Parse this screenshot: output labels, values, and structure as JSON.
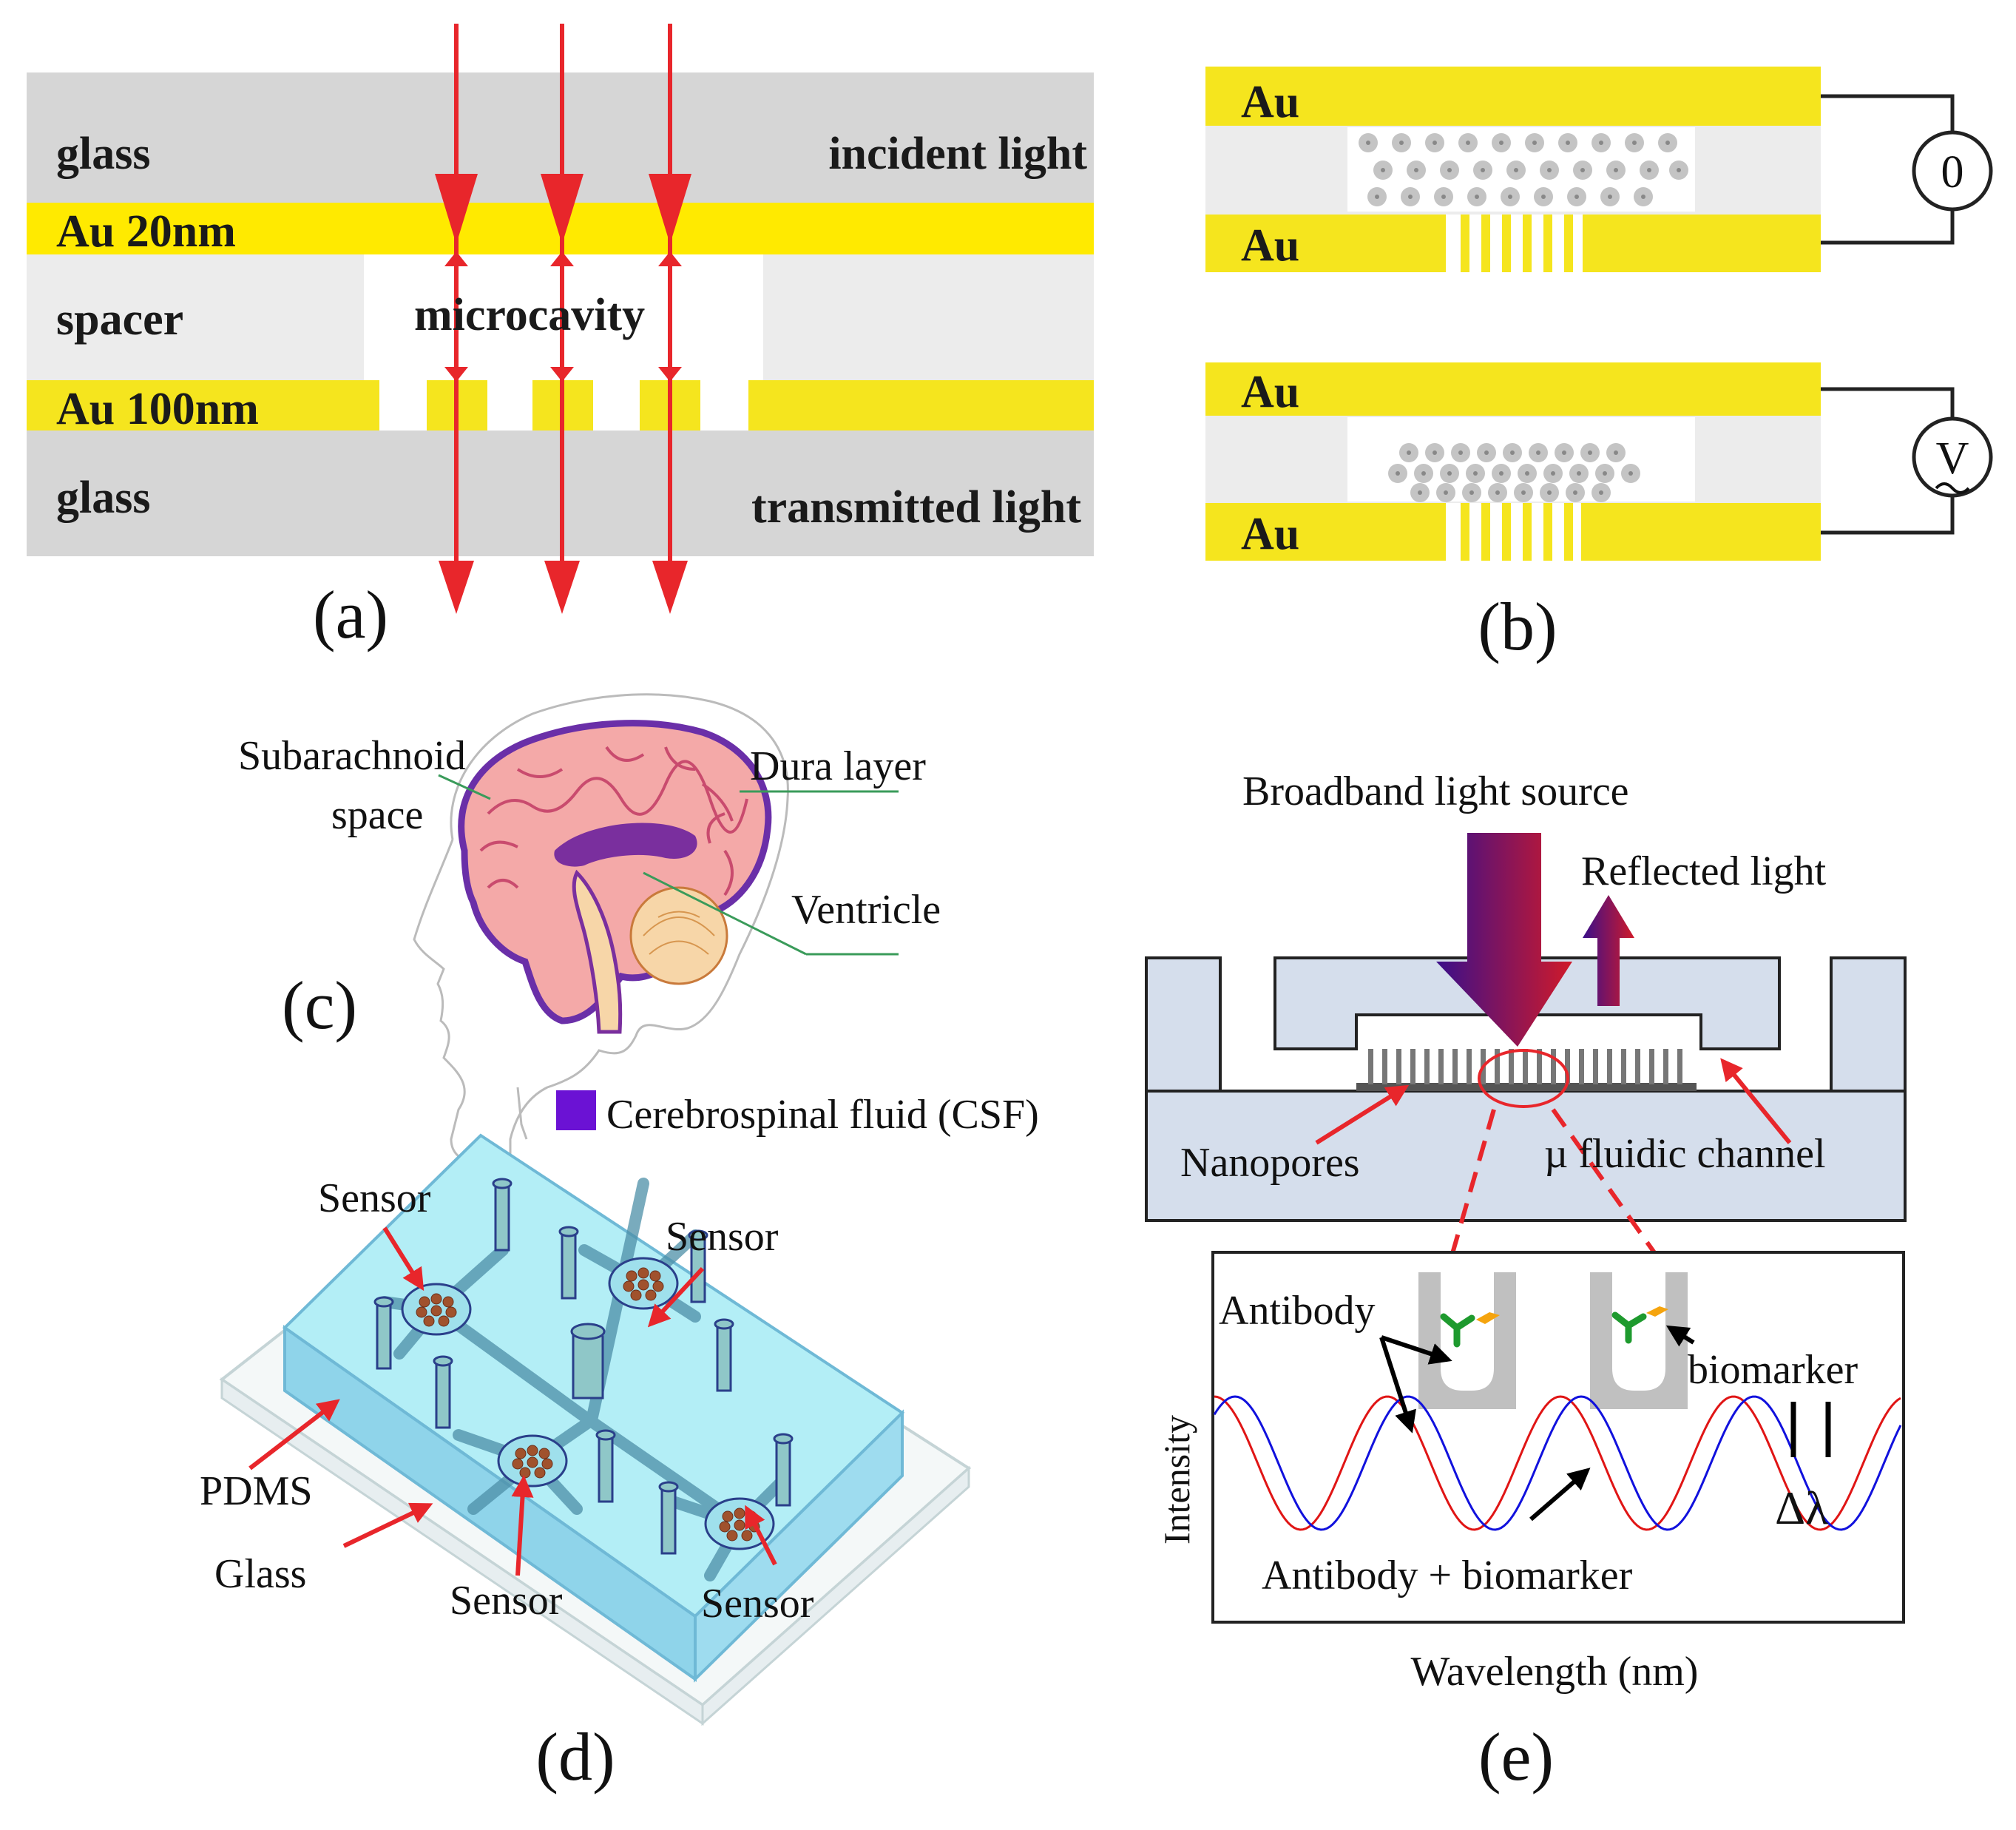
{
  "colors": {
    "gold": "#f5e51e",
    "yellow": "#ffea00",
    "glass_gray": "#d6d6d6",
    "spacer_light": "#ececec",
    "arrow_red": "#e8262b",
    "pdms_cyan": "#a9e9f3",
    "device_blue": "#d5deec",
    "csf_purple": "#6b12d4",
    "spectrum_red": "#e01515",
    "spectrum_blue": "#1111dd",
    "antibody_green": "#1e9a2e",
    "biomarker_orange": "#f5a40e"
  },
  "panel_a": {
    "caption": "(a)",
    "top_glass": "glass",
    "incident": "incident light",
    "au_top": "Au 20nm",
    "spacer": "spacer",
    "microcavity": "microcavity",
    "au_bottom": "Au 100nm",
    "bottom_glass": "glass",
    "transmitted": "transmitted light"
  },
  "panel_b": {
    "caption": "(b)",
    "au_labels": [
      "Au",
      "Au",
      "Au",
      "Au"
    ],
    "meter_top": "0",
    "meter_bottom": "V"
  },
  "panel_c": {
    "caption": "(c)",
    "subarachnoid_1": "Subarachnoid",
    "subarachnoid_2": "space",
    "dura": "Dura layer",
    "ventricle": "Ventricle",
    "csf_legend": "Cerebrospinal  fluid (CSF)"
  },
  "panel_d": {
    "caption": "(d)",
    "sensor_labels": [
      "Sensor",
      "Sensor",
      "Sensor",
      "Sensor"
    ],
    "pdms": "PDMS",
    "glass": "Glass"
  },
  "panel_e": {
    "caption": "(e)",
    "light_source": "Broadband  light source",
    "reflected": "Reflected  light",
    "nanopores": "Nanopores",
    "channel": "µ fluidic  channel",
    "antibody": "Antibody",
    "biomarker": "biomarker",
    "delta": "Δλ",
    "curve_label": "Antibody  + biomarker",
    "ylabel": "Intensity",
    "xlabel": "Wavelength  (nm)"
  }
}
